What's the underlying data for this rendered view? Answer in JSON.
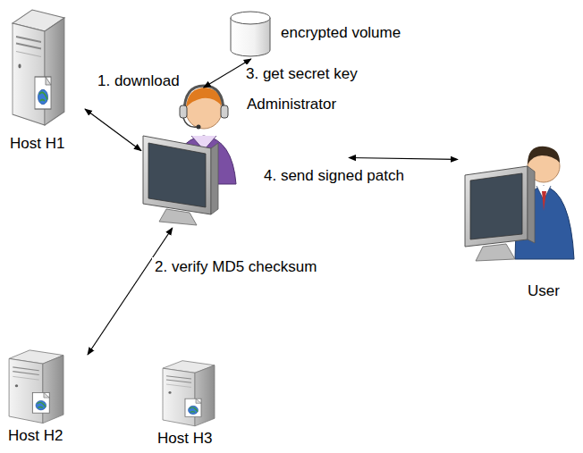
{
  "diagram": {
    "nodes": [
      {
        "text": [
          "Host H1"
        ]
      },
      {
        "text": [
          "encrypted volume"
        ]
      },
      {
        "text": [
          "Administrator"
        ]
      },
      {
        "text": [
          "User"
        ]
      },
      {
        "text": [
          "Host H2"
        ]
      },
      {
        "text": [
          "Host H3"
        ]
      }
    ],
    "edges": [
      {
        "from": 0,
        "to": 2,
        "label": "1. download",
        "arrow": "both"
      },
      {
        "from": 1,
        "to": 2,
        "label": "3. get secret key",
        "arrow": "both"
      },
      {
        "from": 2,
        "to": 3,
        "label": "4. send signed patch",
        "arrow": "both"
      },
      {
        "from": 2,
        "to": 4,
        "label": "2. verify MD5 checksum",
        "arrow": "both"
      }
    ]
  }
}
